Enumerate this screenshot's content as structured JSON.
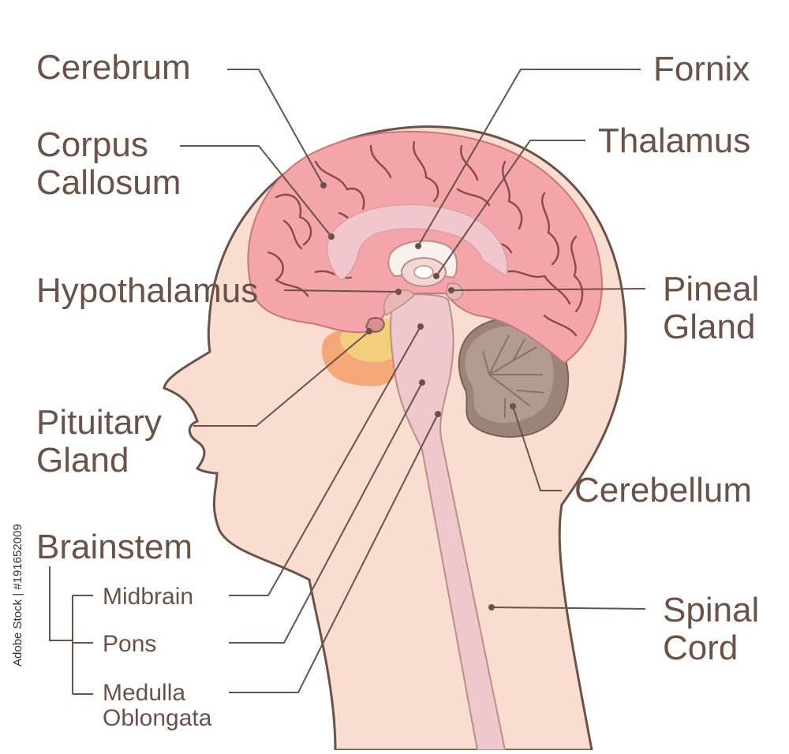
{
  "labels": {
    "cerebrum": "Cerebrum",
    "corpus_callosum_line1": "Corpus",
    "corpus_callosum_line2": "Callosum",
    "hypothalamus": "Hypothalamus",
    "pituitary_line1": "Pituitary",
    "pituitary_line2": "Gland",
    "brainstem": "Brainstem",
    "midbrain": "Midbrain",
    "pons": "Pons",
    "medulla_line1": "Medulla",
    "medulla_line2": "Oblongata",
    "fornix": "Fornix",
    "thalamus": "Thalamus",
    "pineal_line1": "Pineal",
    "pineal_line2": "Gland",
    "cerebellum": "Cerebellum",
    "spinal_line1": "Spinal",
    "spinal_line2": "Cord"
  },
  "credit": "Adobe Stock | #191652009",
  "colors": {
    "label_text": "#6a5246",
    "skin": "#f8ddd0",
    "head_outline": "#6a5246",
    "cerebrum": "#f4a5aa",
    "corpus_callosum": "#f2c6cd",
    "brainstem": "#efc8cd",
    "cerebellum": "#b29a90",
    "pituitary_yellow": "#f3cf7d",
    "pituitary_orange": "#f4a878"
  }
}
